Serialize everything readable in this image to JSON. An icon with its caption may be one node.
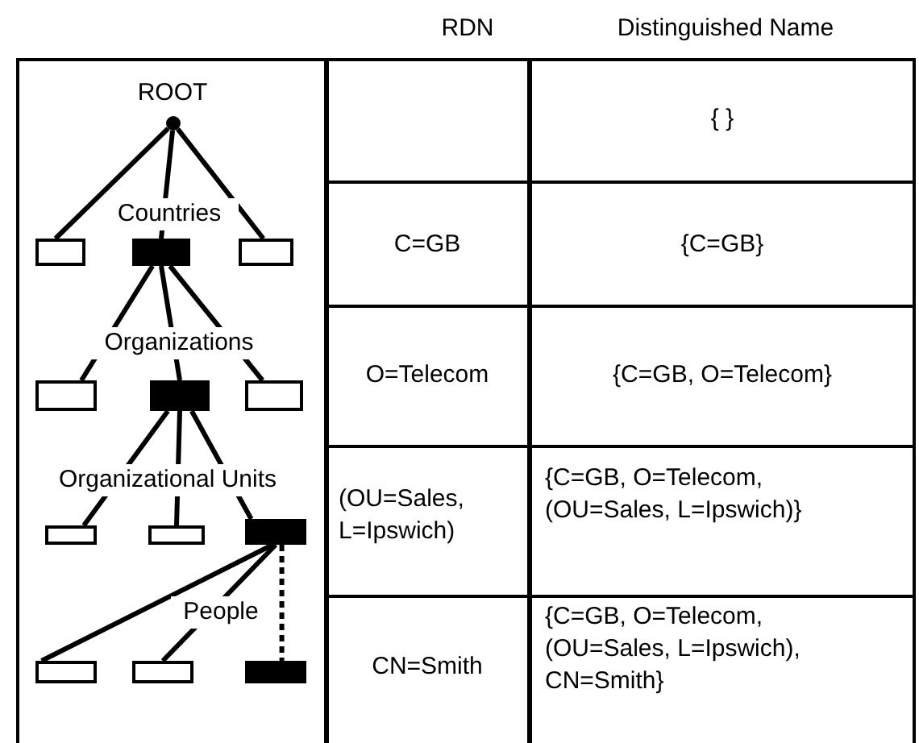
{
  "diagram": {
    "nodes": [
      {
        "text": [],
        "shape": "circle"
      },
      {
        "text": [],
        "shape": "box"
      },
      {
        "text": [],
        "shape": "block"
      },
      {
        "text": [],
        "shape": "box"
      },
      {
        "text": [],
        "shape": "box"
      },
      {
        "text": [],
        "shape": "block"
      },
      {
        "text": [],
        "shape": "box"
      },
      {
        "text": [],
        "shape": "box"
      },
      {
        "text": [],
        "shape": "box"
      },
      {
        "text": [],
        "shape": "block"
      },
      {
        "text": [],
        "shape": "box"
      },
      {
        "text": [],
        "shape": "box"
      },
      {
        "text": [],
        "shape": "block"
      }
    ],
    "edges": [
      {
        "from": 0,
        "to": 1,
        "arrow": "none"
      },
      {
        "from": 0,
        "to": 2,
        "arrow": "none"
      },
      {
        "from": 0,
        "to": 3,
        "arrow": "none"
      },
      {
        "from": 2,
        "to": 4,
        "arrow": "none"
      },
      {
        "from": 2,
        "to": 5,
        "arrow": "none"
      },
      {
        "from": 2,
        "to": 6,
        "arrow": "none"
      },
      {
        "from": 5,
        "to": 7,
        "arrow": "none"
      },
      {
        "from": 5,
        "to": 8,
        "arrow": "none"
      },
      {
        "from": 5,
        "to": 9,
        "arrow": "none"
      },
      {
        "from": 9,
        "to": 10,
        "arrow": "none"
      },
      {
        "from": 9,
        "to": 11,
        "arrow": "none"
      },
      {
        "from": 9,
        "to": 12,
        "arrow": "none",
        "style": "dashed"
      }
    ],
    "labels": [
      "RDN",
      "Distinguished Name",
      "ROOT",
      "{ }",
      "Countries",
      "C=GB",
      "{C=GB}",
      "Organizations",
      "O=Telecom",
      "{C=GB, O=Telecom}",
      "Organizational Units",
      "(OU=Sales, L=Ipswich)",
      "{C=GB, O=Telecom, (OU=Sales, L=Ipswich)}",
      "People",
      "CN=Smith",
      "{C=GB, O=Telecom, (OU=Sales, L=Ipswich), CN=Smith}"
    ]
  }
}
